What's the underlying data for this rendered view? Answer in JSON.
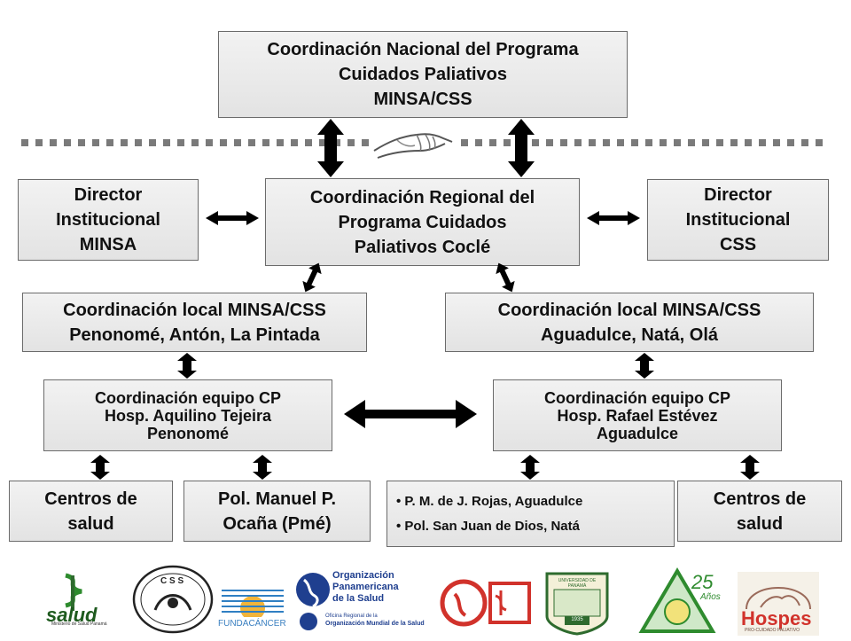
{
  "national": [
    "Coordinación Nacional del Programa",
    "Cuidados Paliativos",
    "MINSA/CSS"
  ],
  "director_minsa": [
    "Director",
    "Institucional",
    "MINSA"
  ],
  "regional": [
    "Coordinación Regional del",
    "Programa Cuidados",
    "Paliativos Coclé"
  ],
  "director_css": [
    "Director",
    "Institucional",
    "CSS"
  ],
  "local_left": [
    "Coordinación local MINSA/CSS",
    "Penonomé, Antón, La Pintada"
  ],
  "local_right": [
    "Coordinación local MINSA/CSS",
    "Aguadulce, Natá, Olá"
  ],
  "team_left": [
    "Coordinación equipo CP",
    "Hosp. Aquilino Tejeira",
    "Penonomé"
  ],
  "team_right": [
    "Coordinación equipo CP",
    "Hosp. Rafael Estévez",
    "Aguadulce"
  ],
  "centros_left": [
    "Centros de",
    "salud"
  ],
  "pol_manuel": [
    "Pol. Manuel P.",
    "Ocaña (Pmé)"
  ],
  "list_items": [
    "P. M. de J. Rojas, Aguadulce",
    "Pol. San Juan de Dios, Natá"
  ],
  "centros_right": [
    "Centros de",
    "salud"
  ],
  "logos": {
    "salud": "salud",
    "salud_sub": "Ministerio de Salud Panamá",
    "css": "C S S",
    "fundacancer": "FUNDACÁNCER",
    "ops_line1": "Organización",
    "ops_line2": "Panamericana",
    "ops_line3": "de la Salud",
    "oms_line1": "Oficina Regional de la",
    "oms_line2": "Organización Mundial de la Salud",
    "universidad": "UNIVERSIDAD DE PANAMÁ",
    "universidad_year": "1935",
    "anos_number": "25",
    "anos_word": "Años",
    "hospes": "Hospes",
    "hospes_sub": "PRO-CUIDADO PALIATIVO"
  }
}
